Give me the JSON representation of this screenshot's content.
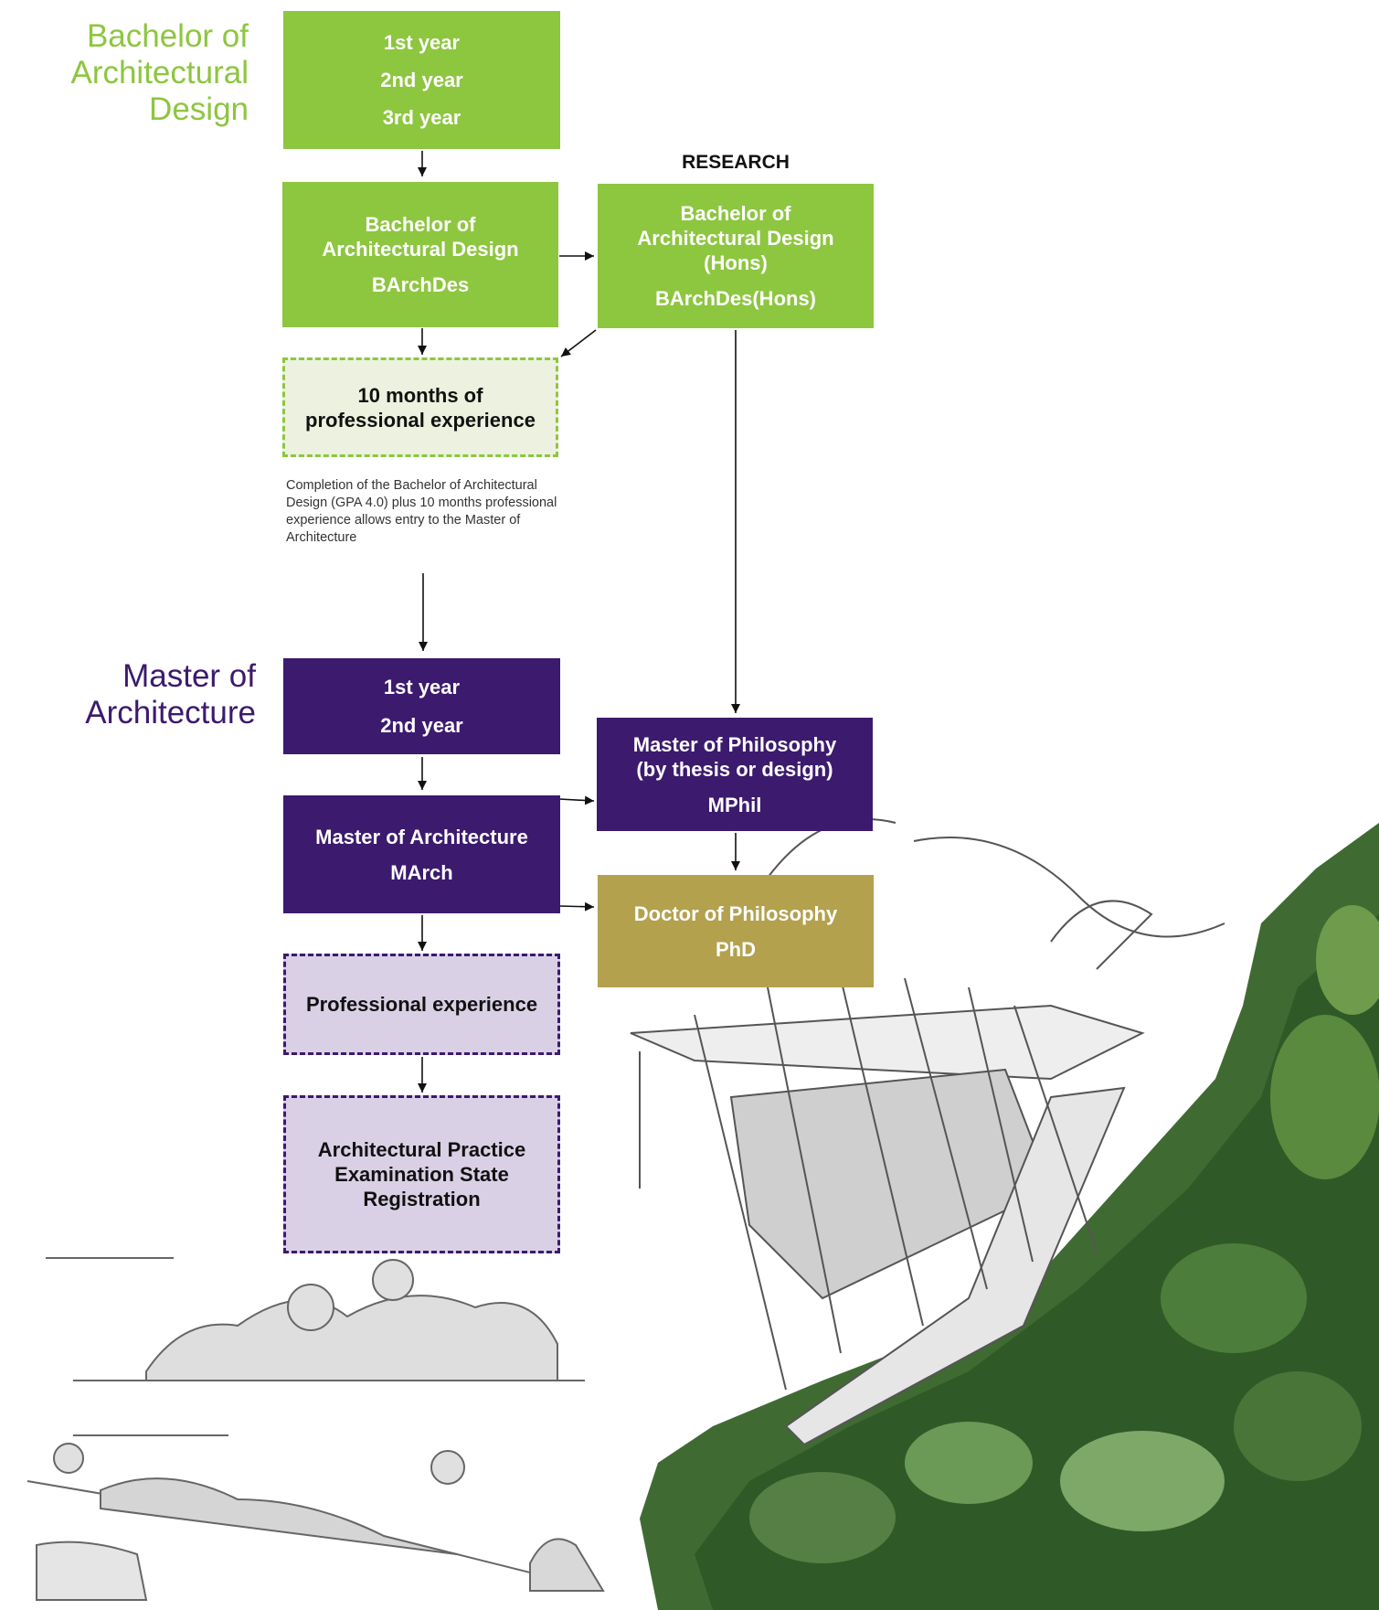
{
  "colors": {
    "bachelor_green": "#8dc63f",
    "master_purple": "#3c1a6e",
    "phd_gold": "#b3a14e",
    "light_green": "#ecf2df",
    "light_purple": "#d9d0e6"
  },
  "bachelor_title": [
    "Bachelor of",
    "Architectural",
    "Design"
  ],
  "bachelor_years": [
    "1st year",
    "2nd year",
    "3rd year"
  ],
  "barchdes": {
    "name": [
      "Bachelor of",
      "Architectural Design"
    ],
    "abbr": "BArchDes"
  },
  "research_label": "RESEARCH",
  "barchdes_hons": {
    "name": [
      "Bachelor of",
      "Architectural Design",
      "(Hons)"
    ],
    "abbr": "BArchDes(Hons)"
  },
  "experience_10": [
    "10 months of",
    "professional experience"
  ],
  "entry_note": "Completion of the Bachelor of Architectural Design (GPA 4.0) plus 10 months professional experience allows entry to the Master of Architecture",
  "master_title": [
    "Master of",
    "Architecture"
  ],
  "master_years": [
    "1st year",
    "2nd year"
  ],
  "march": {
    "name": "Master of Architecture",
    "abbr": "MArch"
  },
  "mphil": {
    "name": [
      "Master of Philosophy",
      "(by thesis or design)"
    ],
    "abbr": "MPhil"
  },
  "phd": {
    "name": "Doctor of Philosophy",
    "abbr": "PhD"
  },
  "professional_experience": "Professional experience",
  "registration": [
    "Architectural Practice",
    "Examination State",
    "Registration"
  ]
}
